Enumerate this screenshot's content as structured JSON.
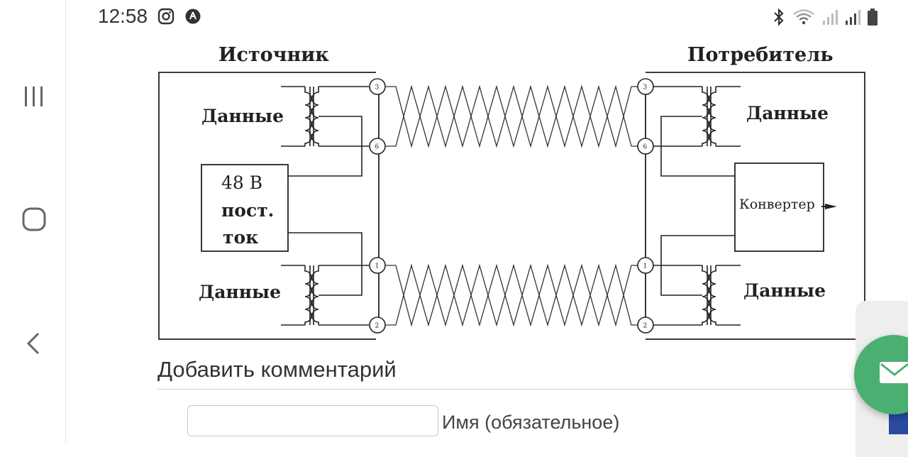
{
  "status_bar": {
    "time": "12:58",
    "icons_left": [
      "instagram-icon",
      "app-notification-icon"
    ],
    "icons_right": [
      "bluetooth-icon",
      "wifi-icon",
      "signal-icon-1",
      "signal-icon-2",
      "battery-icon"
    ]
  },
  "nav": {
    "buttons": [
      "recent-apps-button",
      "home-button",
      "back-button"
    ]
  },
  "diagram": {
    "source_title": "Источник",
    "consumer_title": "Потребитель",
    "source_data_top": "Данные",
    "source_data_bottom": "Данные",
    "consumer_data_top": "Данные",
    "consumer_data_bottom": "Данные",
    "supply_line1": "48 В",
    "supply_line2": "пост.",
    "supply_line3": "ток",
    "converter": "Конвертер",
    "pins_left": [
      "3",
      "6",
      "1",
      "2"
    ],
    "pins_right": [
      "3",
      "6",
      "1",
      "2"
    ]
  },
  "comment": {
    "title": "Добавить комментарий",
    "name_label": "Имя (обязательное)",
    "name_value": ""
  },
  "colors": {
    "fab": "#4caf72",
    "accent_bar": "#2a4aa0"
  },
  "fab_icon": "mail-icon"
}
